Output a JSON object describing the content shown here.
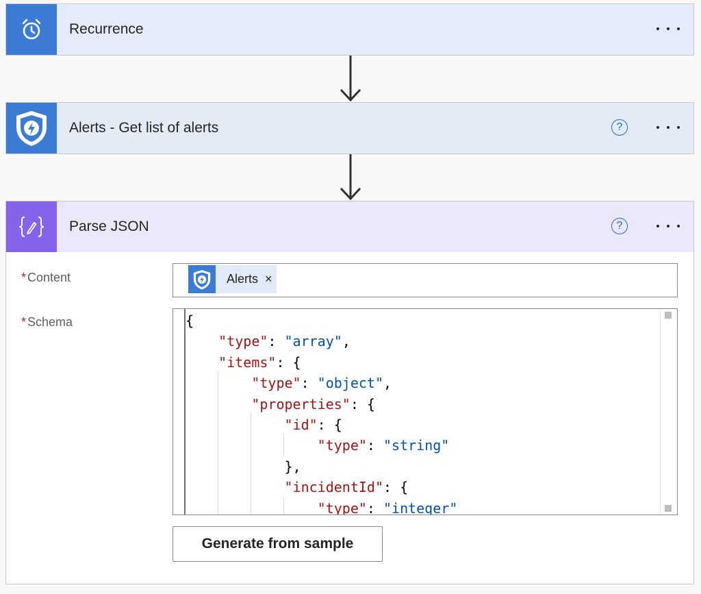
{
  "flow": {
    "steps": [
      {
        "title": "Recurrence",
        "icon": "alarm-clock-icon",
        "color": "#3b7bd4",
        "header_bg": "#e4ecfc"
      },
      {
        "title": "Alerts - Get list of alerts",
        "icon": "shield-lightning-icon",
        "color": "#3b7bd4",
        "header_bg": "#e3ebf6"
      },
      {
        "title": "Parse JSON",
        "icon": "json-braces-pencil-icon",
        "color": "#8663ea",
        "header_bg": "#ece8fb"
      }
    ],
    "more_label": "More options",
    "help_label": "?"
  },
  "parse_json": {
    "content_label": "Content",
    "content_required": "*",
    "content_token": {
      "label": "Alerts",
      "remove": "×"
    },
    "schema_label": "Schema",
    "schema_required": "*",
    "schema_lines": [
      "{",
      "    \"type\": \"array\",",
      "    \"items\": {",
      "        \"type\": \"object\",",
      "        \"properties\": {",
      "            \"id\": {",
      "                \"type\": \"string\"",
      "            },",
      "            \"incidentId\": {",
      "                \"type\": \"integer\""
    ],
    "generate_button": "Generate from sample"
  }
}
